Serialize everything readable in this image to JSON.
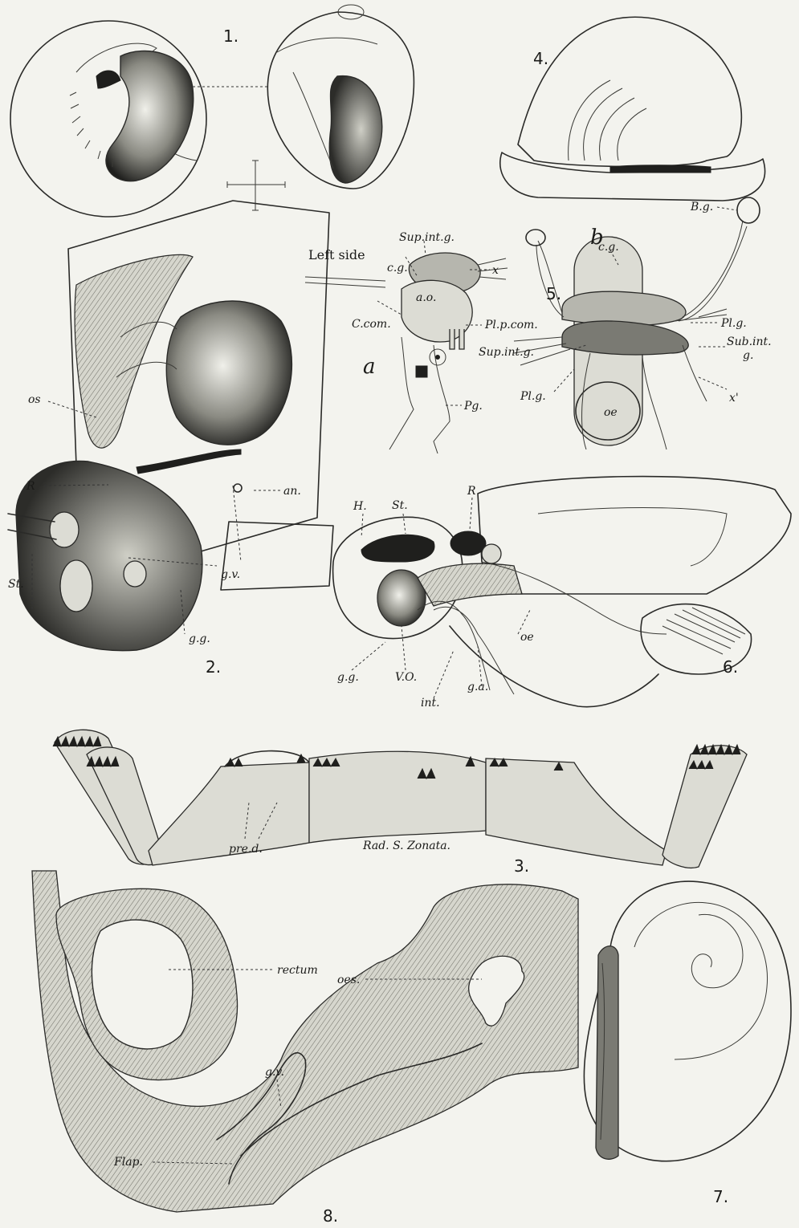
{
  "figure_numbers": [
    "1.",
    "2.",
    "3.",
    "4.",
    "5.",
    "6.",
    "7.",
    "8."
  ],
  "fig2": {
    "labels": {
      "os": "os",
      "R": "R",
      "an": "an.",
      "St": "St.",
      "gv": "g.v.",
      "gg": "g.g."
    }
  },
  "fig3": {
    "caption": "Rad. S. Zonata.",
    "labels": {
      "pred": "pre.d."
    }
  },
  "fig5": {
    "left_side": "Left side",
    "part_a": "a",
    "part_b": "b",
    "labels": {
      "sup_int_g": "Sup.int.g.",
      "cg": "c.g.",
      "x": "x",
      "ao": "a.o.",
      "c_com": "C.com.",
      "plp_com": "Pl.p.com.",
      "pg": "Pg.",
      "bg": "B.g.",
      "cg_b": "c.g.",
      "plg_b1": "Pl.g.",
      "sup_int_g_b": "Sup.int.g.",
      "sub_int": "Sub.int.",
      "g_b": "g.",
      "oe": "oe",
      "xprime": "x'",
      "plg_b2": "Pl.g."
    }
  },
  "fig6": {
    "labels": {
      "H": "H.",
      "St": "St.",
      "R": "R",
      "oe": "oe",
      "gg": "g.g.",
      "vo": "V.O.",
      "ga": "g.a.",
      "int": "int."
    }
  },
  "fig8": {
    "labels": {
      "rectum": "rectum",
      "oes": "oes.",
      "gv": "g.v.",
      "flap": "Flap."
    }
  }
}
